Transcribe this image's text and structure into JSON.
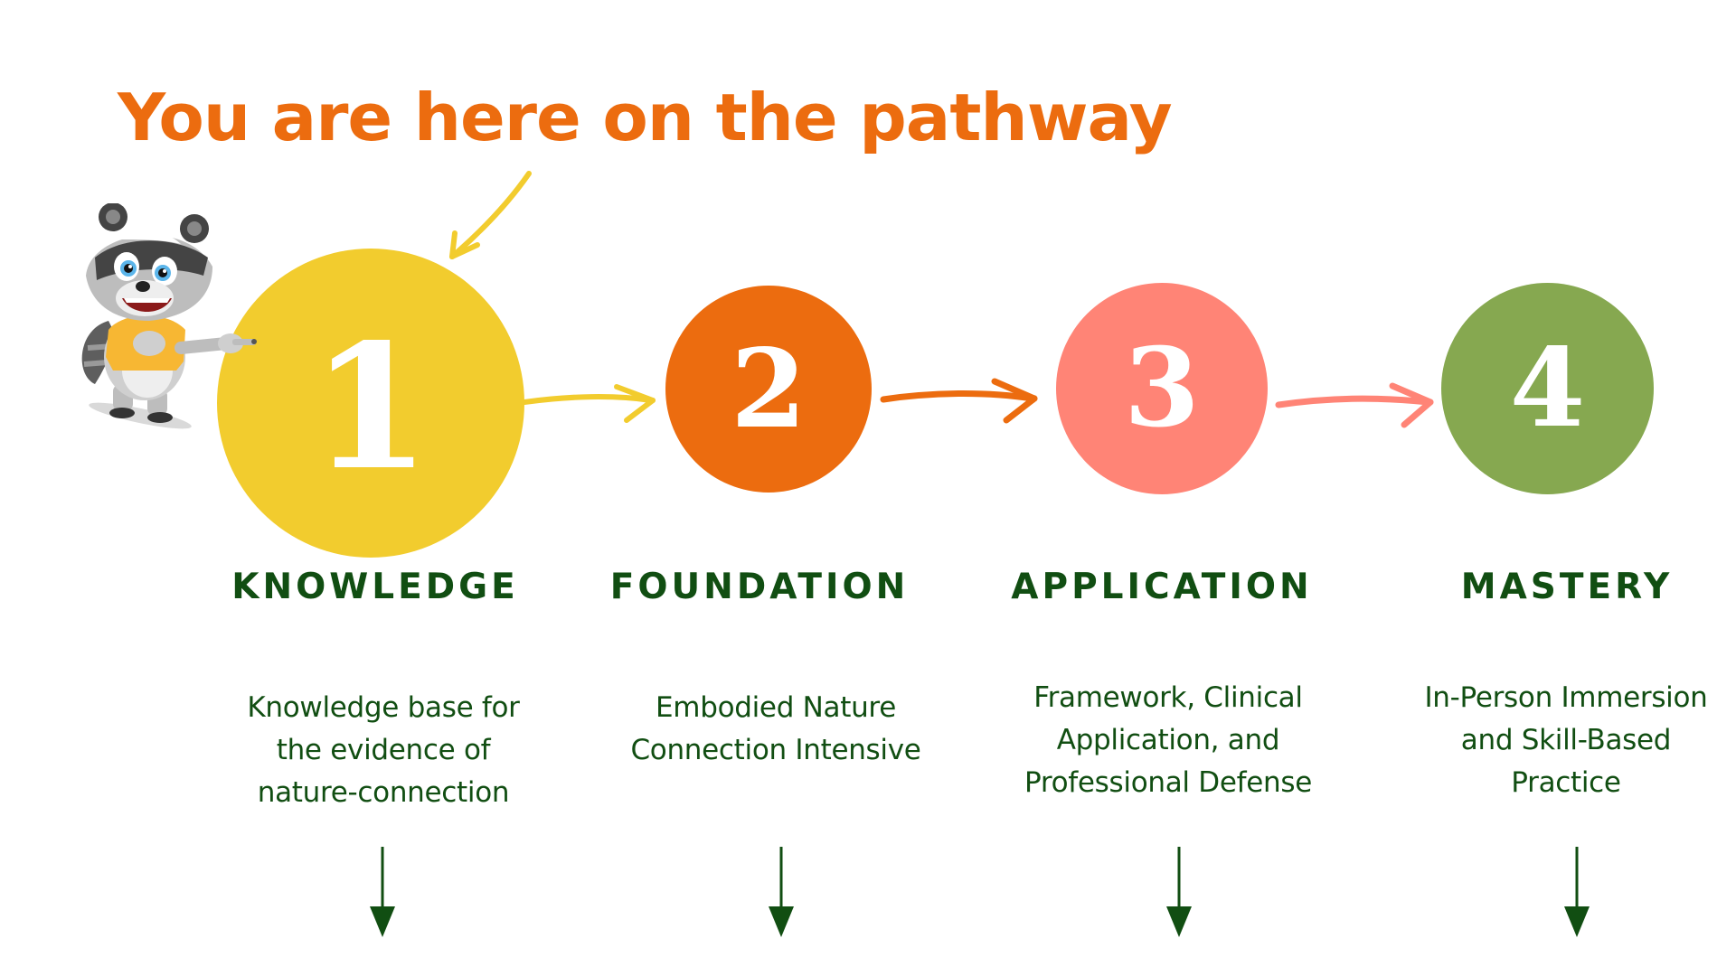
{
  "title": "You are here on the pathway",
  "current_step": 1,
  "steps": [
    {
      "number": "1",
      "heading": "KNOWLEDGE",
      "description_lines": [
        "Knowledge base for",
        "the evidence of",
        "nature-connection"
      ],
      "color": "#F2CC2E"
    },
    {
      "number": "2",
      "heading": "FOUNDATION",
      "description_lines": [
        "Embodied Nature",
        "Connection Intensive"
      ],
      "color": "#EC6C0F"
    },
    {
      "number": "3",
      "heading": "APPLICATION",
      "description_lines": [
        "Framework, Clinical",
        "Application, and",
        "Professional Defense"
      ],
      "color": "#FF8476"
    },
    {
      "number": "4",
      "heading": "MASTERY",
      "description_lines": [
        "In-Person Immersion",
        "and Skill-Based",
        "Practice"
      ],
      "color": "#86A850"
    }
  ],
  "colors": {
    "title": "#EC6C0F",
    "text": "#114E12",
    "pointer_arrow": "#F2CC2E"
  },
  "mascot": "raccoon-mascot-pointing"
}
